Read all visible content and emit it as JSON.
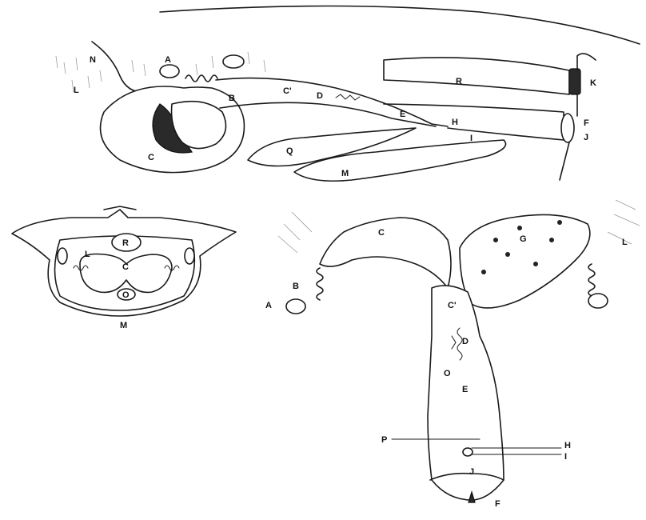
{
  "top_view": {
    "labels": {
      "N": "N",
      "L": "L",
      "A": "A",
      "B": "B",
      "C_prime": "C'",
      "D": "D",
      "E": "E",
      "R": "R",
      "K": "K",
      "F": "F",
      "J": "J",
      "H": "H",
      "I": "I",
      "C": "C",
      "Q": "Q",
      "M": "M"
    }
  },
  "cross_section": {
    "labels": {
      "R": "R",
      "L": "L",
      "C": "C",
      "O": "O",
      "M": "M"
    }
  },
  "dorsal_view": {
    "labels": {
      "C": "C",
      "G": "G",
      "L": "L",
      "B": "B",
      "A": "A",
      "C_prime": "C'",
      "D": "D",
      "O": "O",
      "E": "E",
      "P": "P",
      "H": "H",
      "I": "I",
      "J": "J",
      "F": "F"
    }
  }
}
